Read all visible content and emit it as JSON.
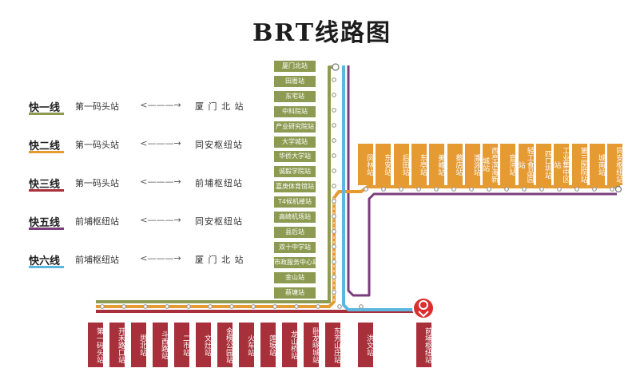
{
  "title": "BRT线路图",
  "colors": {
    "line1": "#8d9a51",
    "line2": "#e59a32",
    "line3": "#a8303a",
    "line5": "#7a3d7c",
    "line6": "#5bb7de",
    "hub_pin": "#d9302f"
  },
  "legend": [
    {
      "name": "快一线",
      "from": "第一码头站",
      "arrow": "<———→",
      "to": "厦 门 北 站",
      "color_key": "line1"
    },
    {
      "name": "快二线",
      "from": "第一码头站",
      "arrow": "<———→",
      "to": "同安枢纽站",
      "color_key": "line2"
    },
    {
      "name": "快三线",
      "from": "第一码头站",
      "arrow": "<———→",
      "to": "前埔枢纽站",
      "color_key": "line3"
    },
    {
      "name": "快五线",
      "from": "前埔枢纽站",
      "arrow": "<———→",
      "to": "同安枢纽站",
      "color_key": "line5"
    },
    {
      "name": "快六线",
      "from": "前埔枢纽站",
      "arrow": "<———→",
      "to": "厦 门 北 站",
      "color_key": "line6"
    }
  ],
  "vertical_stations": [
    "厦门北站",
    "田厝站",
    "东宅站",
    "中科院站",
    "产业研究院站",
    "大学城站",
    "华侨大学站",
    "诚毅学院站",
    "嘉庚体育馆站",
    "T4候机楼站",
    "高崎机场站",
    "县后站",
    "双十中学站",
    "市政服务中心站",
    "金山站",
    "蔡塘站"
  ],
  "east_stations": [
    "凤林站",
    "东安站",
    "后田站",
    "东亭站",
    "美峰站",
    "蔡店站",
    "潘涂站",
    "西亭滨海新城站",
    "官浔站",
    "轻工食品园站",
    "四口圳站",
    "工业集中区站",
    "第三医院站",
    "城南站",
    "同安枢纽站"
  ],
  "bottom_stations": [
    "第一码头站",
    "开禾路口站",
    "思北站",
    "斗西路站",
    "二市站",
    "文灶站",
    "金榜公园站",
    "火车站",
    "莲坂站",
    "龙山桥站",
    "卧龙晓城站",
    "东芳山庄站",
    "洪文站",
    "前埔枢纽站"
  ],
  "hub": {
    "name": "前埔枢纽站",
    "icon": "location-pin-icon"
  }
}
